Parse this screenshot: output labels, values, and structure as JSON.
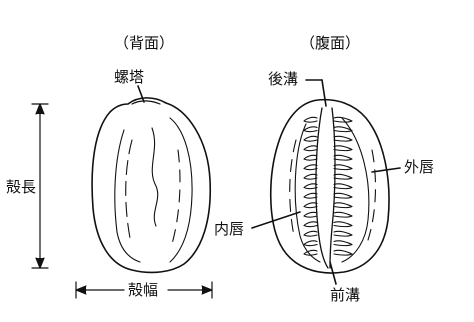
{
  "labels": {
    "back_view": "（背面）",
    "ventral_view": "（腹面）",
    "spire": "螺塔",
    "posterior_canal": "後溝",
    "outer_lip": "外唇",
    "shell_length": "殻長",
    "inner_lip": "内唇",
    "anterior_canal": "前溝",
    "shell_width": "殻幅"
  },
  "colors": {
    "ink": "#111111",
    "background": "#ffffff"
  }
}
